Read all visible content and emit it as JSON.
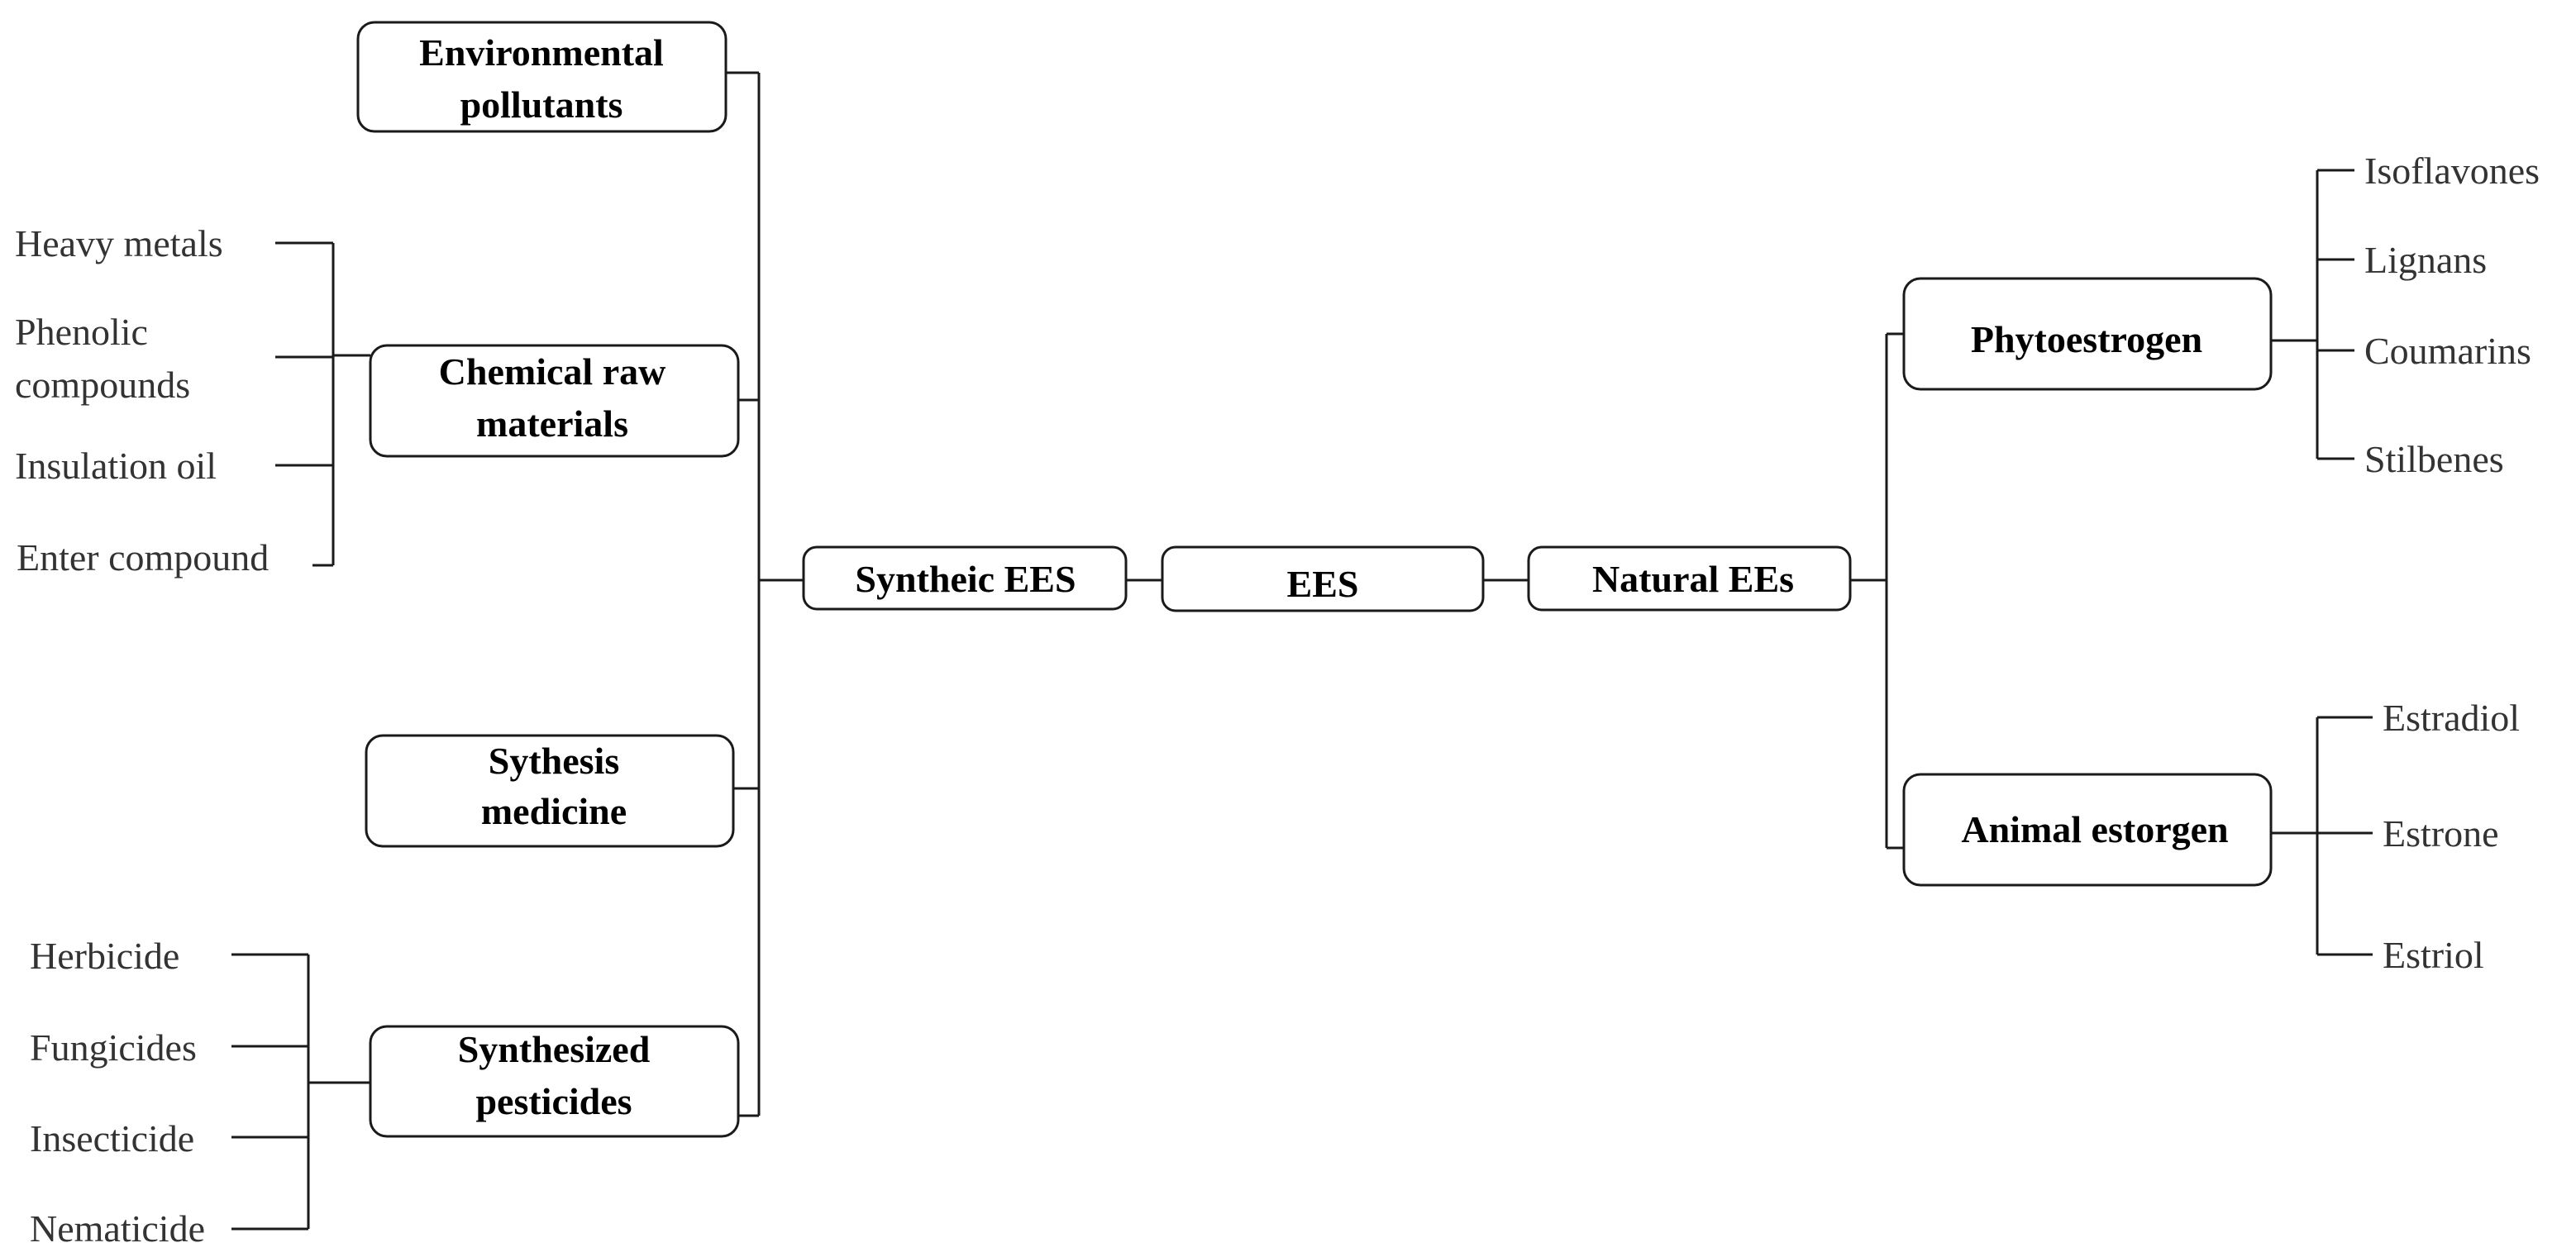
{
  "root": {
    "label": "EES"
  },
  "synthetic": {
    "label": "Syntheic EES",
    "environmental": {
      "line1": "Environmental",
      "line2": "pollutants"
    },
    "chemical": {
      "line1": "Chemical raw",
      "line2": "materials",
      "items": [
        "Heavy metals",
        "Phenolic compounds",
        "Insulation oil",
        "Enter compound"
      ],
      "phenolic_line1": "Phenolic",
      "phenolic_line2": "compounds"
    },
    "medicine": {
      "line1": "Sythesis",
      "line2": "medicine"
    },
    "pesticides": {
      "line1": "Synthesized",
      "line2": "pesticides",
      "items": [
        "Herbicide",
        "Fungicides",
        "Insecticide",
        "Nematicide"
      ]
    }
  },
  "natural": {
    "label": "Natural EEs",
    "phyto": {
      "label": "Phytoestrogen",
      "items": [
        "Isoflavones",
        "Lignans",
        "Coumarins",
        "Stilbenes"
      ]
    },
    "animal": {
      "label": "Animal estorgen",
      "items": [
        "Estradiol",
        "Estrone",
        "Estriol"
      ]
    }
  }
}
